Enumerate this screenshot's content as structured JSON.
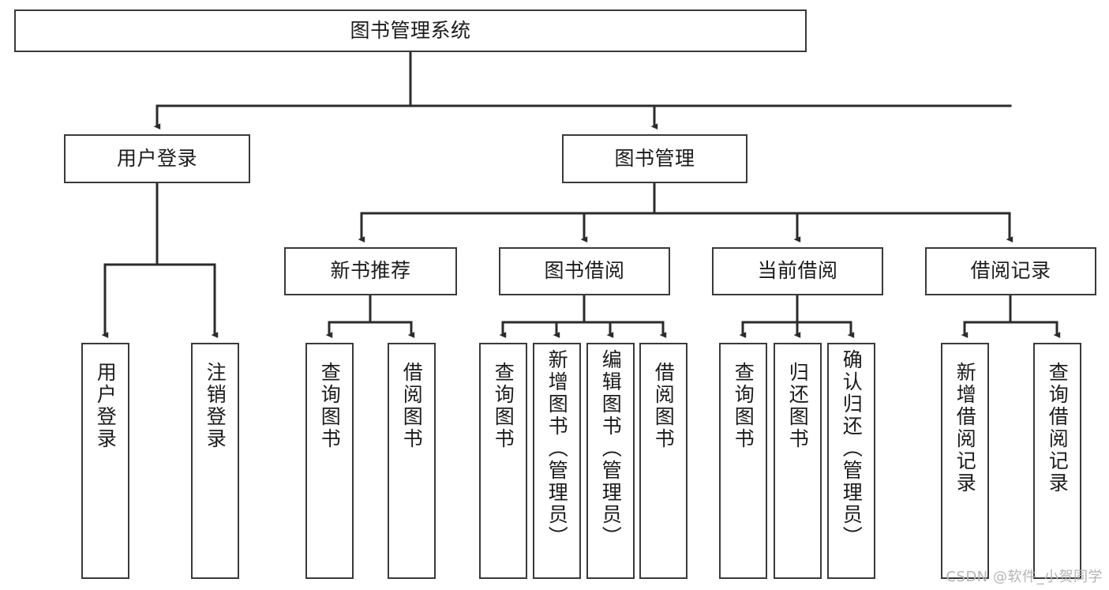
{
  "diagram": {
    "title": "图书管理系统",
    "type": "tree-hierarchy",
    "watermark": "CSDN @软件_小贺同学",
    "colors": {
      "box_border": "#3a3a3a",
      "box_fill": "#ffffff",
      "edge": "#2b2b2b",
      "text": "#1b1b1b",
      "watermark": "#b4b4b4"
    },
    "nodes": {
      "root": {
        "label": "图书管理系统",
        "level": 1
      },
      "user_login": {
        "label": "用户登录",
        "level": 2
      },
      "book_manage": {
        "label": "图书管理",
        "level": 2
      },
      "new_book_rec": {
        "label": "新书推荐",
        "level": 3
      },
      "book_borrow": {
        "label": "图书借阅",
        "level": 3
      },
      "current_borrow": {
        "label": "当前借阅",
        "level": 3
      },
      "borrow_record": {
        "label": "借阅记录",
        "level": 3
      },
      "leaf_user_login": {
        "label": "用户登录",
        "level": 4
      },
      "leaf_logout": {
        "label": "注销登录",
        "level": 4
      },
      "leaf_query_book_1": {
        "label": "查询图书",
        "level": 4
      },
      "leaf_borrow_book_1": {
        "label": "借阅图书",
        "level": 4
      },
      "leaf_query_book_2": {
        "label": "查询图书",
        "level": 4
      },
      "leaf_add_book": {
        "label": "新增图书（管理员）",
        "level": 4
      },
      "leaf_edit_book": {
        "label": "编辑图书（管理员）",
        "level": 4
      },
      "leaf_borrow_book_2": {
        "label": "借阅图书",
        "level": 4
      },
      "leaf_query_book_3": {
        "label": "查询图书",
        "level": 4
      },
      "leaf_return_book": {
        "label": "归还图书",
        "level": 4
      },
      "leaf_confirm_return": {
        "label": "确认归还（管理员）",
        "level": 4
      },
      "leaf_add_record": {
        "label": "新增借阅记录",
        "level": 4
      },
      "leaf_query_record": {
        "label": "查询借阅记录",
        "level": 4
      }
    }
  }
}
